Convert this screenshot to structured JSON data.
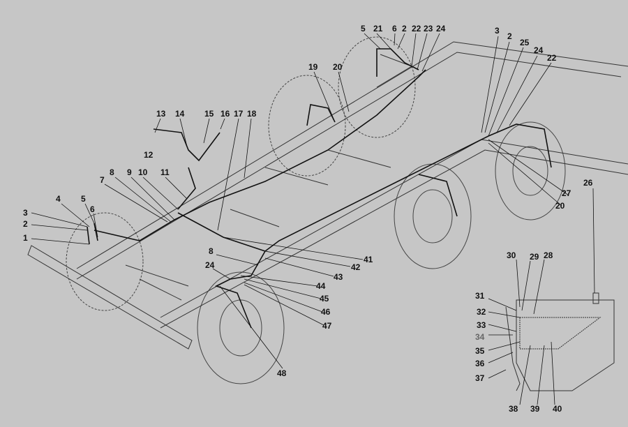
{
  "diagram": {
    "description_labels": [
      "5",
      "21",
      "6",
      "2",
      "22",
      "23",
      "24",
      "3",
      "2",
      "25",
      "24",
      "22",
      "19",
      "20",
      "13",
      "14",
      "15",
      "16",
      "17",
      "18",
      "12",
      "8",
      "9",
      "10",
      "11",
      "7",
      "4",
      "5",
      "6",
      "3",
      "2",
      "1",
      "26",
      "27",
      "20",
      "41",
      "42",
      "43",
      "8",
      "24",
      "44",
      "45",
      "46",
      "47",
      "48",
      "30",
      "29",
      "28",
      "31",
      "32",
      "33",
      "34",
      "35",
      "36",
      "37",
      "38",
      "39",
      "40"
    ]
  }
}
